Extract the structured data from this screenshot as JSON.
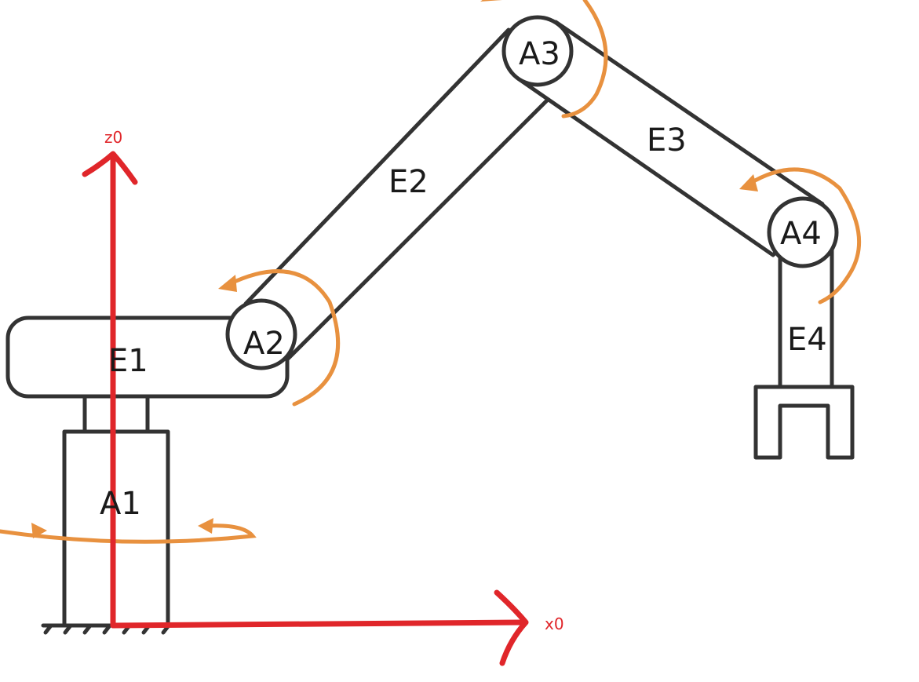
{
  "labels": {
    "a1": "A1",
    "a2": "A2",
    "a3": "A3",
    "a4": "A4",
    "e1": "E1",
    "e2": "E2",
    "e3": "E3",
    "e4": "E4"
  },
  "axes": {
    "z": "z0",
    "x": "x0"
  },
  "colors": {
    "outline": "#333333",
    "rotation_arrows": "#e8913f",
    "coordinate_axes": "#e0262a"
  }
}
